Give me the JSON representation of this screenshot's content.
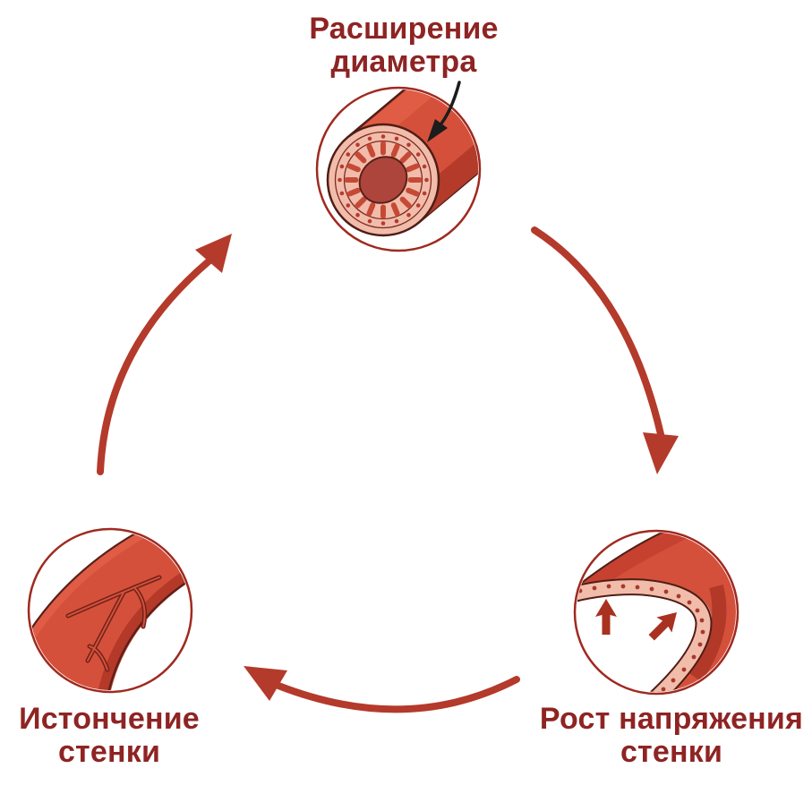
{
  "diagram": {
    "type": "cycle",
    "background": "#ffffff",
    "colors": {
      "label_text": "#8e2423",
      "cycle_arrow": "#b43a2b",
      "annotation_arrow": "#1c1c1c",
      "vessel_red": "#d5503a",
      "vessel_dark_red": "#b43928",
      "vessel_pink": "#f2bcab",
      "vessel_lumen": "#ad453c",
      "vessel_outline": "#4f1d16",
      "circle_outline": "#9f2a20"
    },
    "nodes": [
      {
        "id": "diameter-expansion",
        "position": "top",
        "label_line1": "Расширение",
        "label_line2": "диаметра",
        "illustration": "artery-cross-section-icon"
      },
      {
        "id": "wall-tension-growth",
        "position": "bottom-right",
        "label_line1": "Рост напряжения",
        "label_line2": "стенки",
        "illustration": "artery-wall-tension-icon"
      },
      {
        "id": "wall-thinning",
        "position": "bottom-left",
        "label_line1": "Истончение",
        "label_line2": "стенки",
        "illustration": "thinned-artery-wall-icon"
      }
    ],
    "cycle_arrows": [
      {
        "id": "arrow-top-to-bottom-right",
        "from": "diameter-expansion",
        "to": "wall-tension-growth",
        "style": "hand-drawn brush"
      },
      {
        "id": "arrow-bottom-right-to-bottom-left",
        "from": "wall-tension-growth",
        "to": "wall-thinning",
        "style": "hand-drawn brush"
      },
      {
        "id": "arrow-bottom-left-to-top",
        "from": "wall-thinning",
        "to": "diameter-expansion",
        "style": "hand-drawn brush"
      }
    ],
    "annotation": {
      "pointer_arrow_from": "diameter-expansion label",
      "pointer_arrow_to": "artery wall"
    }
  }
}
